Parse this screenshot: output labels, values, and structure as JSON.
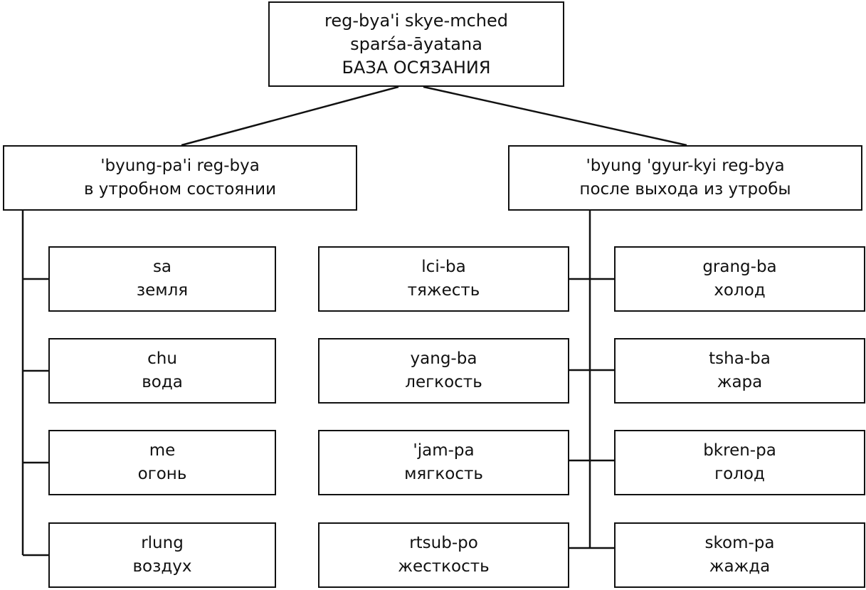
{
  "root": {
    "tibetan": "reg-bya'i skye-mched",
    "sanskrit": "sparśa-āyatana",
    "russian": "БАЗА ОСЯЗАНИЯ"
  },
  "left_branch": {
    "tibetan": "'byung-pa'i reg-bya",
    "russian": "в утробном состоянии",
    "children": [
      {
        "tibetan": "sa",
        "russian": "земля"
      },
      {
        "tibetan": "chu",
        "russian": "вода"
      },
      {
        "tibetan": "me",
        "russian": "огонь"
      },
      {
        "tibetan": "rlung",
        "russian": "воздух"
      }
    ]
  },
  "right_branch": {
    "tibetan": "'byung 'gyur-kyi reg-bya",
    "russian": "после выхода из утробы",
    "children_left": [
      {
        "tibetan": "lci-ba",
        "russian": "тяжесть"
      },
      {
        "tibetan": "yang-ba",
        "russian": "легкость"
      },
      {
        "tibetan": "'jam-pa",
        "russian": "мягкость"
      },
      {
        "tibetan": "rtsub-po",
        "russian": "жесткость"
      }
    ],
    "children_right": [
      {
        "tibetan": "grang-ba",
        "russian": "холод"
      },
      {
        "tibetan": "tsha-ba",
        "russian": "жара"
      },
      {
        "tibetan": "bkren-pa",
        "russian": "голод"
      },
      {
        "tibetan": "skom-pa",
        "russian": "жажда"
      }
    ]
  }
}
